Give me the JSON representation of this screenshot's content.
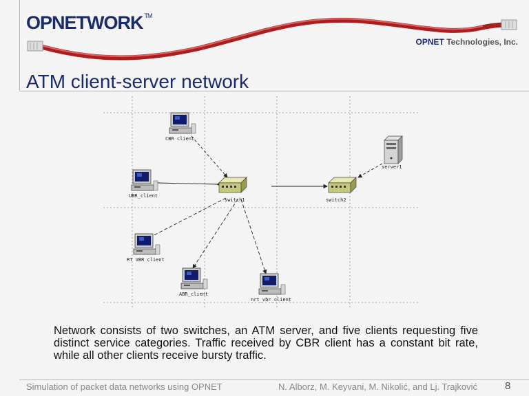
{
  "header": {
    "brand": "OPNETWORK",
    "brand_mark": "TM",
    "company_strong": "OPNET",
    "company_rest": " Technologies, Inc."
  },
  "slide": {
    "title": "ATM client-server network",
    "description": "Network consists of two switches, an ATM server, and five clients requesting five distinct service categories. Traffic received by CBR client has a constant bit rate, while all other clients receive bursty traffic."
  },
  "diagram": {
    "nodes": {
      "cbr_client": "CBR client",
      "ubr_client": "UBR_client",
      "switch1": "switch1",
      "switch2": "switch2",
      "server": "server1",
      "rt_vbr_client": "RT VBR client",
      "abr_client": "ABR_client",
      "nrt_vbr_client": "nrt_vbr_client"
    }
  },
  "footer": {
    "left": "Simulation of packet data networks using OPNET",
    "right": "N. Alborz, M. Keyvani, M. Nikolić, and Lj. Trajković",
    "page": "8"
  }
}
